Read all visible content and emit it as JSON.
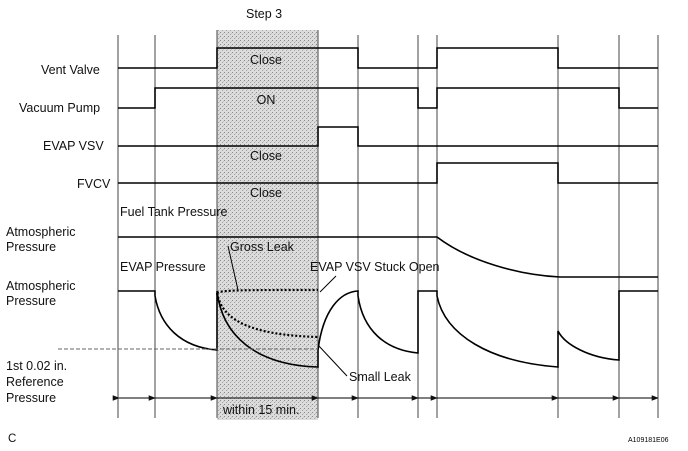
{
  "header": {
    "step_label": "Step 3"
  },
  "signals": {
    "vent_valve": "Vent Valve",
    "vacuum_pump": "Vacuum Pump",
    "evap_vsv": "EVAP VSV",
    "fvcv": "FVCV",
    "fuel_tank_pressure": "Fuel Tank Pressure",
    "atmospheric_pressure_1": "Atmospheric",
    "atmospheric_pressure_1b": "Pressure",
    "evap_pressure": "EVAP Pressure",
    "atmospheric_pressure_2": "Atmospheric",
    "atmospheric_pressure_2b": "Pressure"
  },
  "states": {
    "vent_close": "Close",
    "pump_on": "ON",
    "vsv_close": "Close",
    "fvcv_close": "Close"
  },
  "annotations": {
    "gross_leak": "Gross Leak",
    "vsv_stuck_open": "EVAP VSV Stuck Open",
    "small_leak": "Small Leak",
    "reference_l1": "1st 0.02 in.",
    "reference_l2": "Reference",
    "reference_l3": "Pressure",
    "time_window": "within 15 min."
  },
  "footer": {
    "corner_letter": "C",
    "figure_code": "A109181E06"
  }
}
